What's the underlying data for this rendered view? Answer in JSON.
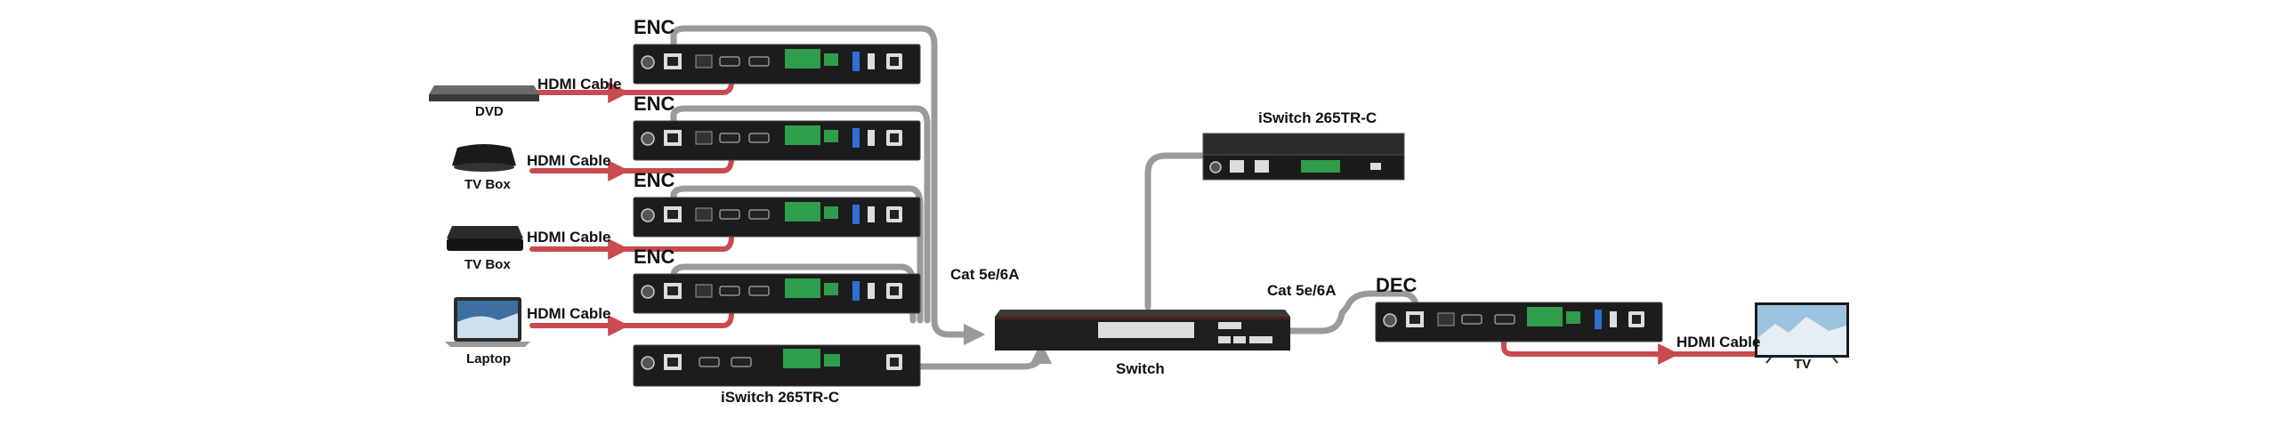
{
  "labels": {
    "enc": "ENC",
    "dec": "DEC",
    "iswitch": "iSwitch 265TR-C",
    "hdmi_cable": "HDMI Cable",
    "cat": "Cat  5e/6A",
    "switch": "Switch",
    "dvd": "DVD",
    "tvbox": "TV Box",
    "laptop": "Laptop",
    "tv": "TV"
  },
  "colors": {
    "hdmi_cable": "#c94a4f",
    "cat_cable": "#9a9a9a",
    "device_body": "#1c1c1c",
    "terminal_block": "#2e9e4a",
    "usb_port": "#2f6fd1"
  },
  "icons": [
    "dvd-player-icon",
    "tv-box-icon",
    "laptop-icon",
    "tv-icon",
    "network-switch-icon",
    "encoder-icon",
    "decoder-icon",
    "controller-icon"
  ]
}
